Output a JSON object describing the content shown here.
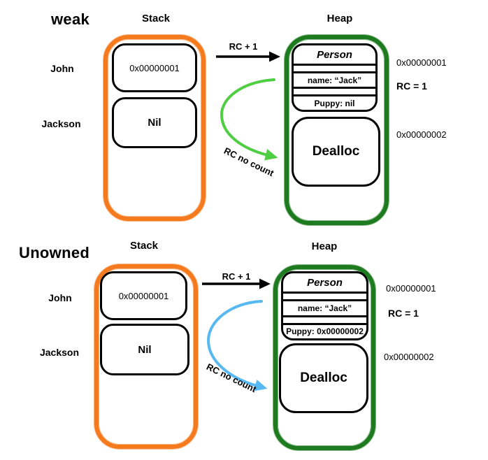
{
  "colors": {
    "stack_border": "#f5791d",
    "heap_border": "#1e7a1e",
    "weak_arrow": "#4fce44",
    "unowned_arrow": "#58b8f2",
    "black_arrow": "#000000"
  },
  "weak": {
    "title": "weak",
    "stack_label": "Stack",
    "heap_label": "Heap",
    "vars": [
      {
        "name": "John",
        "value": "0x00000001"
      },
      {
        "name": "Jackson",
        "value": "Nil"
      }
    ],
    "rc_arrow_label": "RC + 1",
    "no_count_label": "RC no count",
    "person": {
      "title": "Person",
      "field_name": "name: “Jack”",
      "field_puppy": "Puppy: nil"
    },
    "dealloc_label": "Dealloc",
    "addr_person": "0x00000001",
    "rc_value": "RC = 1",
    "addr_dealloc": "0x00000002"
  },
  "unowned": {
    "title": "Unowned",
    "stack_label": "Stack",
    "heap_label": "Heap",
    "vars": [
      {
        "name": "John",
        "value": "0x00000001"
      },
      {
        "name": "Jackson",
        "value": "Nil"
      }
    ],
    "rc_arrow_label": "RC + 1",
    "no_count_label": "RC no count",
    "person": {
      "title": "Person",
      "field_name": "name: “Jack”",
      "field_puppy": "Puppy: 0x00000002"
    },
    "dealloc_label": "Dealloc",
    "addr_person": "0x00000001",
    "rc_value": "RC = 1",
    "addr_dealloc": "0x00000002"
  }
}
